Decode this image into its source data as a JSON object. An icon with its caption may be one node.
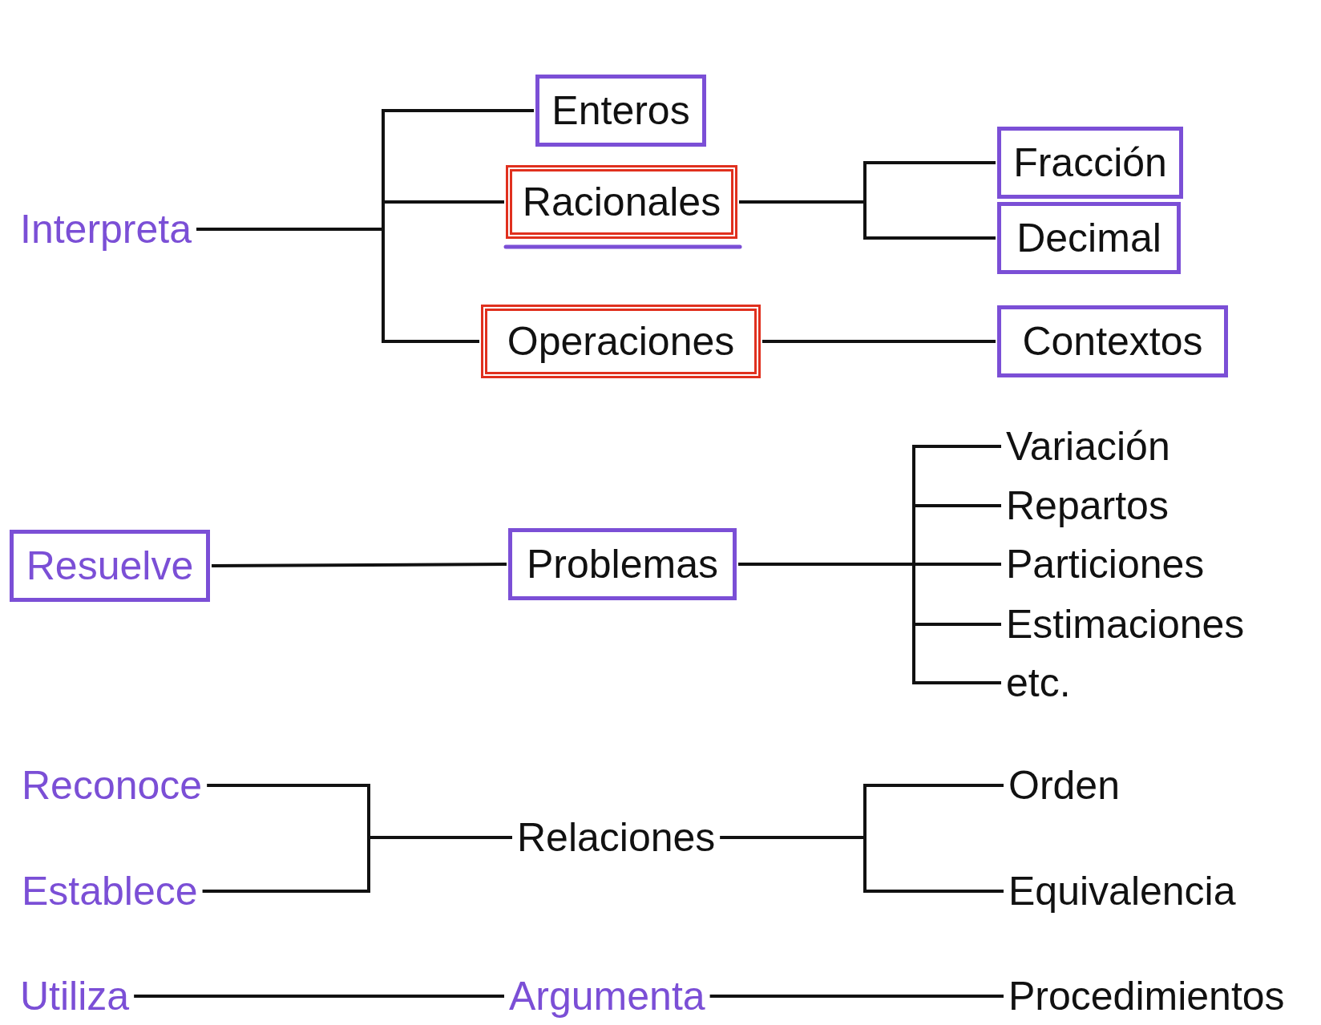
{
  "diagram": {
    "nodes": [
      {
        "text": [
          "Interpreta"
        ]
      },
      {
        "text": [
          "Enteros"
        ]
      },
      {
        "text": [
          "Racionales"
        ]
      },
      {
        "text": [
          "Operaciones"
        ]
      },
      {
        "text": [
          "Fracción"
        ]
      },
      {
        "text": [
          "Decimal"
        ]
      },
      {
        "text": [
          "Contextos"
        ]
      },
      {
        "text": [
          "Resuelve"
        ]
      },
      {
        "text": [
          "Problemas"
        ]
      },
      {
        "text": [
          "Variación"
        ]
      },
      {
        "text": [
          "Repartos"
        ]
      },
      {
        "text": [
          "Particiones"
        ]
      },
      {
        "text": [
          "Estimaciones"
        ]
      },
      {
        "text": [
          "etc."
        ]
      },
      {
        "text": [
          "Reconoce"
        ]
      },
      {
        "text": [
          "Establece"
        ]
      },
      {
        "text": [
          "Relaciones"
        ]
      },
      {
        "text": [
          "Orden"
        ]
      },
      {
        "text": [
          "Equivalencia"
        ]
      },
      {
        "text": [
          "Utiliza"
        ]
      },
      {
        "text": [
          "Argumenta"
        ]
      },
      {
        "text": [
          "Procedimientos"
        ]
      }
    ],
    "edges": [
      {
        "from": 0,
        "to": 1,
        "arrow": "none"
      },
      {
        "from": 0,
        "to": 2,
        "arrow": "none"
      },
      {
        "from": 0,
        "to": 3,
        "arrow": "none"
      },
      {
        "from": 2,
        "to": 4,
        "arrow": "none"
      },
      {
        "from": 2,
        "to": 5,
        "arrow": "none"
      },
      {
        "from": 3,
        "to": 6,
        "arrow": "none"
      },
      {
        "from": 7,
        "to": 8,
        "arrow": "none"
      },
      {
        "from": 8,
        "to": 9,
        "arrow": "none"
      },
      {
        "from": 8,
        "to": 10,
        "arrow": "none"
      },
      {
        "from": 8,
        "to": 11,
        "arrow": "none"
      },
      {
        "from": 8,
        "to": 12,
        "arrow": "none"
      },
      {
        "from": 8,
        "to": 13,
        "arrow": "none"
      },
      {
        "from": 14,
        "to": 16,
        "arrow": "none"
      },
      {
        "from": 15,
        "to": 16,
        "arrow": "none"
      },
      {
        "from": 16,
        "to": 17,
        "arrow": "none"
      },
      {
        "from": 16,
        "to": 18,
        "arrow": "none"
      },
      {
        "from": 19,
        "to": 20,
        "arrow": "none"
      },
      {
        "from": 20,
        "to": 21,
        "arrow": "none"
      }
    ]
  }
}
